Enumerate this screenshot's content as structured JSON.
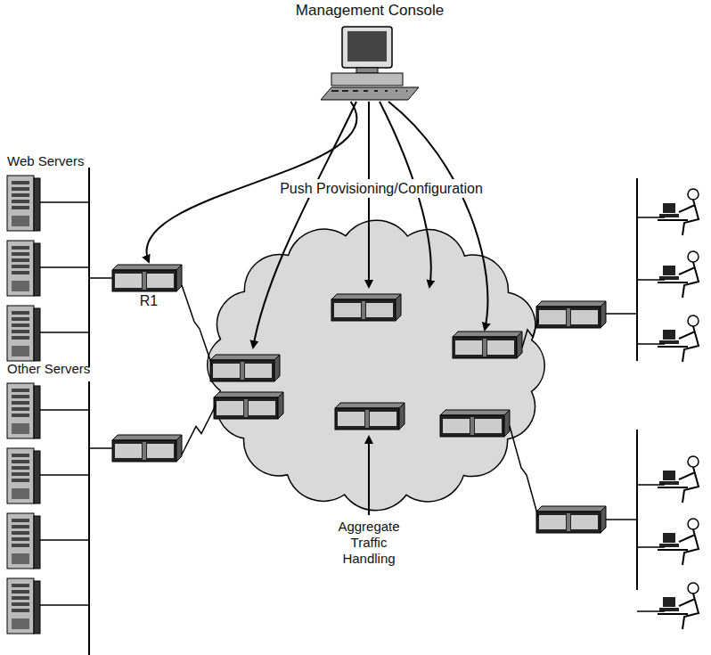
{
  "diagram": {
    "nodes": [
      {
        "text": [
          "Management Console"
        ]
      },
      {
        "text": [
          "R1"
        ]
      }
    ],
    "edges": [
      {
        "from": 0,
        "to": 1,
        "arrow": "to"
      }
    ],
    "labels": [
      "Web Servers",
      "Push Provisioning/Configuration",
      "Other Servers",
      "Aggregate Traffic Handling"
    ]
  }
}
